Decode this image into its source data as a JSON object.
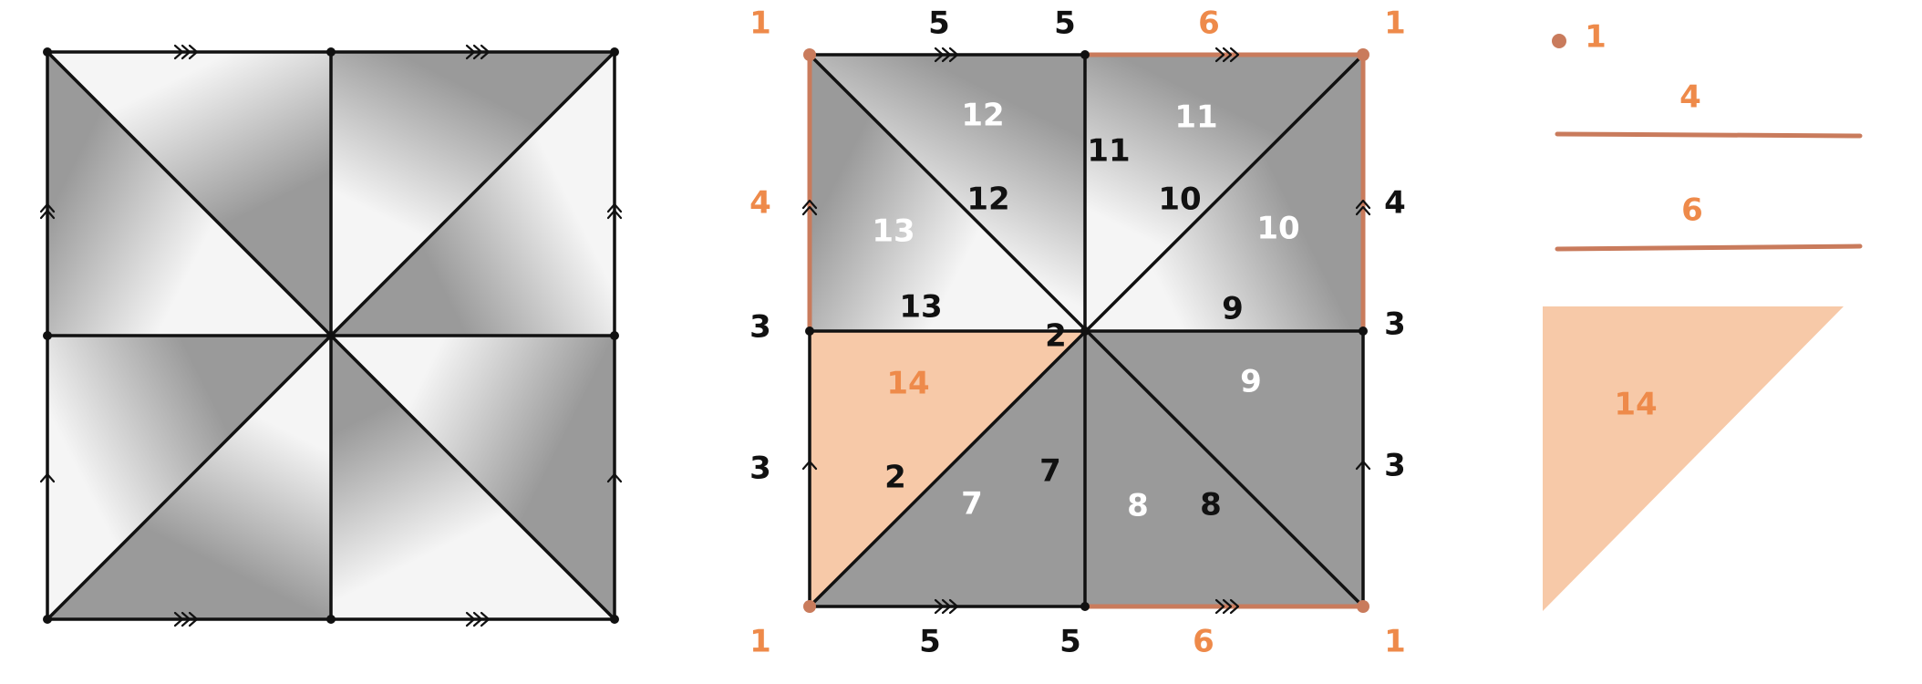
{
  "colors": {
    "edge": "#111111",
    "highlight_edge": "#c97b5c",
    "highlight_fill": "#f7c9a8",
    "label_orange": "#ee8a4a",
    "shade_dark": "#9a9a9a",
    "shade_light": "#f5f5f5"
  },
  "panel_b": {
    "corner_labels": {
      "tl": "1",
      "tr": "1",
      "bl": "1",
      "br": "1"
    },
    "top_labels": [
      "5",
      "5",
      "6"
    ],
    "bottom_labels": [
      "5",
      "5",
      "6"
    ],
    "left_labels": [
      "4",
      "3",
      "3"
    ],
    "right_labels": [
      "4",
      "3",
      "3"
    ],
    "face_labels": {
      "f12": "12",
      "f11": "11",
      "f13": "13",
      "f10": "10",
      "f14": "14",
      "f9": "9",
      "f7": "7",
      "f8": "8"
    },
    "edge_labels": {
      "e11": "11",
      "e12": "12",
      "e10": "10",
      "e13": "13",
      "e9": "9",
      "e2a": "2",
      "e2b": "2",
      "e7": "7",
      "e8": "8"
    }
  },
  "legend": {
    "vertex_label": "1",
    "edge4_label": "4",
    "edge6_label": "6",
    "face_label": "14"
  }
}
